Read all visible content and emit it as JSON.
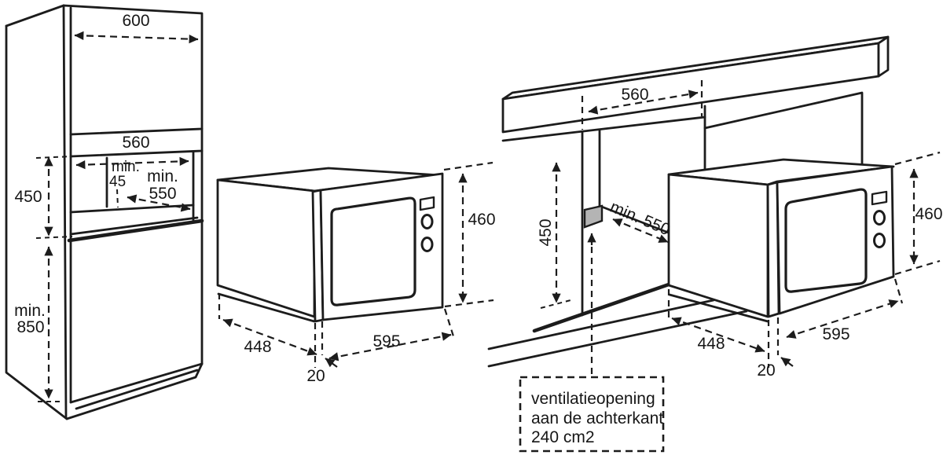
{
  "colors": {
    "line": "#1c1c1c",
    "vent_fill": "#b4b4b4",
    "background": "#ffffff"
  },
  "left": {
    "door_width": "600",
    "niche_width": "560",
    "rear_gap_label": "min.",
    "rear_gap_value": "45",
    "depth_label": "min.",
    "depth_value": "550",
    "niche_height": "450",
    "base_label": "min.",
    "base_value": "850"
  },
  "oven": {
    "height": "460",
    "depth": "448",
    "width": "595",
    "frame_thickness": "20"
  },
  "built_under": {
    "niche_width": "560",
    "niche_height": "450",
    "depth_min": "min. 550",
    "height": "460",
    "depth": "448",
    "width": "595",
    "frame_thickness": "20"
  },
  "vent_note": {
    "line1": "ventilatieopening",
    "line2": "aan de achterkant",
    "line3": "240 cm2"
  }
}
